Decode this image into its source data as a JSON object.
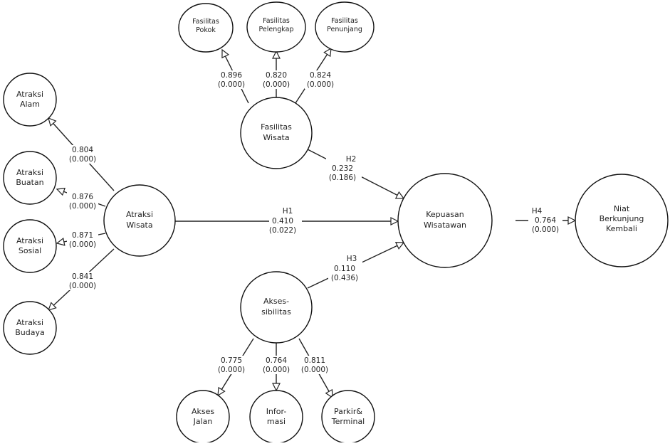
{
  "constructs": {
    "fasilitas_wisata": "Fasilitas Wisata",
    "atraksi_wisata": "Atraksi Wisata",
    "aksesibilitas": "Akses- sibilitas",
    "kepuasan_wisatawan": "Kepuasan Wisatawan",
    "niat_berkunjung_kembali": "Niat Berkunjung Kembali"
  },
  "indicators": {
    "fasilitas_pokok": "Fasilitas Pokok",
    "fasilitas_pelengkap": "Fasilitas Pelengkap",
    "fasilitas_penunjang": "Fasilitas Penunjang",
    "atraksi_alam": "Atraksi Alam",
    "atraksi_buatan": "Atraksi Buatan",
    "atraksi_sosial": "Atraksi Sosial",
    "atraksi_budaya": "Atraksi Budaya",
    "akses_jalan": "Akses Jalan",
    "informasi": "Infor- masi",
    "parkir_terminal": "Parkir& Terminal"
  },
  "loadings": {
    "fasilitas_pokok": {
      "value": "0.896",
      "p": "(0.000)"
    },
    "fasilitas_pelengkap": {
      "value": "0.820",
      "p": "(0.000)"
    },
    "fasilitas_penunjang": {
      "value": "0.824",
      "p": "(0.000)"
    },
    "atraksi_alam": {
      "value": "0.804",
      "p": "(0.000)"
    },
    "atraksi_buatan": {
      "value": "0.876",
      "p": "(0.000)"
    },
    "atraksi_sosial": {
      "value": "0.871",
      "p": "(0.000)"
    },
    "atraksi_budaya": {
      "value": "0.841",
      "p": "(0.000)"
    },
    "akses_jalan": {
      "value": "0.775",
      "p": "(0.000)"
    },
    "informasi": {
      "value": "0.764",
      "p": "(0.000)"
    },
    "parkir_terminal": {
      "value": "0.811",
      "p": "(0.000)"
    }
  },
  "hypotheses": {
    "h1": {
      "label": "H1",
      "value": "0.410",
      "p": "(0.022)"
    },
    "h2": {
      "label": "H2",
      "value": "0.232",
      "p": "(0.186)"
    },
    "h3": {
      "label": "H3",
      "value": "0.110",
      "p": "(0.436)"
    },
    "h4": {
      "label": "H4",
      "value": "0.764",
      "p": "(0.000)"
    }
  }
}
